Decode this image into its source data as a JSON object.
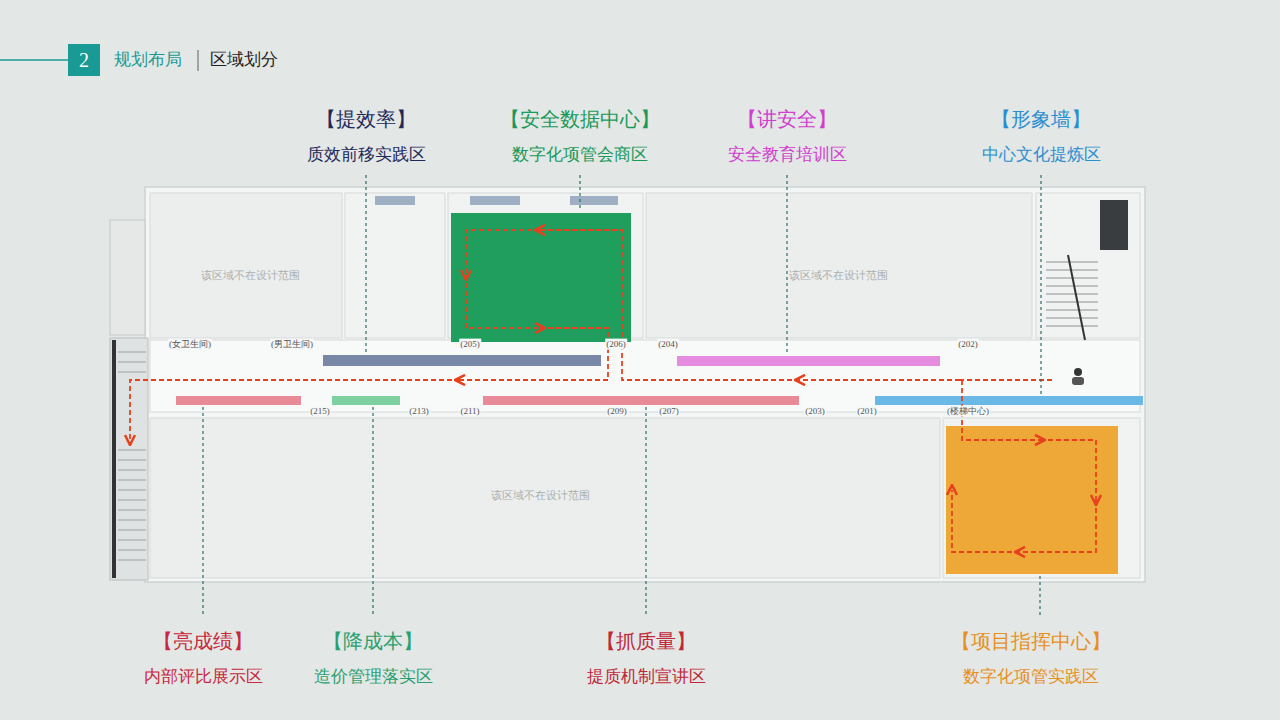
{
  "diagram": {
    "title": "规划布局",
    "nodes": [
      {
        "text": [
          "2"
        ]
      }
    ],
    "labels": [
      "区域划分",
      "【提效率】",
      "质效前移实践区",
      "【安全数据中心】",
      "数字化项管会商区",
      "【讲安全】",
      "安全教育培训区",
      "【形象墙】",
      "中心文化提炼区",
      "【亮成绩】",
      "内部评比展示区",
      "【降成本】",
      "造价管理落实区",
      "【抓质量】",
      "提质机制宣讲区",
      "【项目指挥中心】",
      "数字化项管实践区",
      "(女卫生间)",
      "(男卫生间)",
      "(205)",
      "(206)",
      "(204)",
      "(202)",
      "(215)",
      "(213)",
      "(211)",
      "(209)",
      "(207)",
      "(203)",
      "(201)",
      "(楼梯中心)",
      "该区域不在设计范围",
      "该区域不在设计范围",
      "该区域不在设计范围"
    ]
  }
}
